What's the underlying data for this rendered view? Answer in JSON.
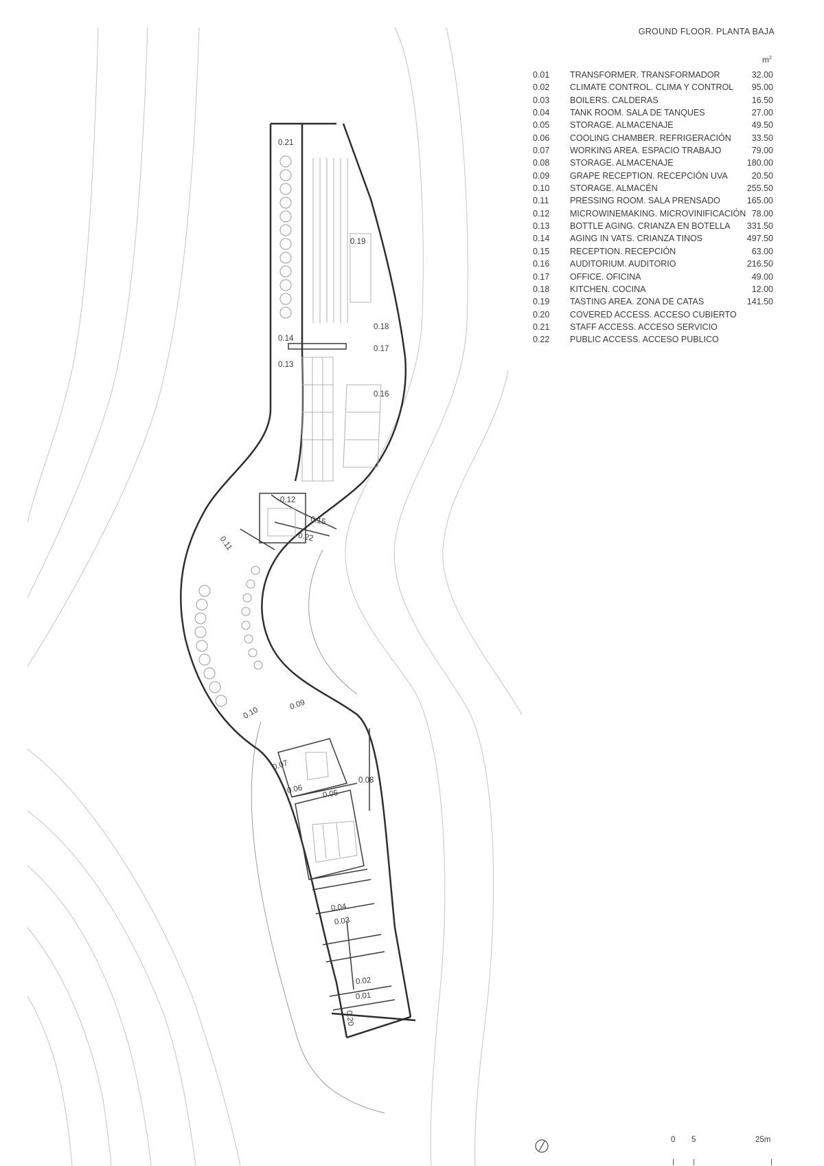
{
  "sheet": {
    "title": "GROUND FLOOR.",
    "subtitle": "PLANTA BAJA",
    "area_unit": "m",
    "area_unit_exp": "2"
  },
  "rooms": [
    {
      "code": "0.01",
      "name_en": "TRANSFORMER.",
      "name_es": "TRANSFORMADOR",
      "area": "32.00"
    },
    {
      "code": "0.02",
      "name_en": "CLIMATE CONTROL.",
      "name_es": "CLIMA Y CONTROL",
      "area": "95.00"
    },
    {
      "code": "0.03",
      "name_en": "BOILERS.",
      "name_es": "CALDERAS",
      "area": "16.50"
    },
    {
      "code": "0.04",
      "name_en": "TANK ROOM.",
      "name_es": "SALA DE TANQUES",
      "area": "27.00"
    },
    {
      "code": "0.05",
      "name_en": "STORAGE.",
      "name_es": "ALMACENAJE",
      "area": "49.50"
    },
    {
      "code": "0.06",
      "name_en": "COOLING CHAMBER.",
      "name_es": "REFRIGERACIÓN",
      "area": "33.50"
    },
    {
      "code": "0.07",
      "name_en": "WORKING AREA.",
      "name_es": "ESPACIO TRABAJO",
      "area": "79.00"
    },
    {
      "code": "0.08",
      "name_en": "STORAGE.",
      "name_es": "ALMACENAJE",
      "area": "180.00"
    },
    {
      "code": "0.09",
      "name_en": "GRAPE RECEPTION.",
      "name_es": "RECEPCIÓN UVA",
      "area": "20.50"
    },
    {
      "code": "0.10",
      "name_en": "STORAGE.",
      "name_es": "ALMACÉN",
      "area": "255.50"
    },
    {
      "code": "0.11",
      "name_en": "PRESSING ROOM.",
      "name_es": "SALA PRENSADO",
      "area": "165.00"
    },
    {
      "code": "0.12",
      "name_en": "MICROWINEMAKING.",
      "name_es": "MICROVINIFICACIÓN",
      "area": "78.00"
    },
    {
      "code": "0.13",
      "name_en": "BOTTLE AGING.",
      "name_es": "CRIANZA EN BOTELLA",
      "area": "331.50"
    },
    {
      "code": "0.14",
      "name_en": "AGING IN VATS.",
      "name_es": "CRIANZA TINOS",
      "area": "497.50"
    },
    {
      "code": "0.15",
      "name_en": "RECEPTION.",
      "name_es": "RECEPCIÓN",
      "area": "63.00"
    },
    {
      "code": "0.16",
      "name_en": "AUDITORIUM.",
      "name_es": "AUDITORIO",
      "area": "216.50"
    },
    {
      "code": "0.17",
      "name_en": "OFFICE.",
      "name_es": "OFICINA",
      "area": "49.00"
    },
    {
      "code": "0.18",
      "name_en": "KITCHEN.",
      "name_es": "COCINA",
      "area": "12.00"
    },
    {
      "code": "0.19",
      "name_en": "TASTING AREA.",
      "name_es": "ZONA DE CATAS",
      "area": "141.50"
    },
    {
      "code": "0.20",
      "name_en": "COVERED ACCESS.",
      "name_es": "ACCESO CUBIERTO",
      "area": ""
    },
    {
      "code": "0.21",
      "name_en": "STAFF ACCESS.",
      "name_es": "ACCESO SERVICIO",
      "area": ""
    },
    {
      "code": "0.22",
      "name_en": "PUBLIC ACCESS.",
      "name_es": "ACCESO PUBLICO",
      "area": ""
    }
  ],
  "plan_labels": {
    "l01": "0.01",
    "l02": "0.02",
    "l03": "0.03",
    "l04": "0.04",
    "l05": "0.05",
    "l06": "0.06",
    "l07": "0.07",
    "l08": "0.08",
    "l09": "0.09",
    "l10": "0.10",
    "l11": "0.11",
    "l12": "0.12",
    "l13": "0.13",
    "l14": "0.14",
    "l15": "0.15",
    "l16": "0.16",
    "l17": "0.17",
    "l18": "0.18",
    "l19": "0.19",
    "l20": "0.20",
    "l21": "0.21",
    "l22": "0.22"
  },
  "scale_bar": {
    "zero": "0",
    "five": "5",
    "end": "25m"
  },
  "colors": {
    "line": "#8a8a8a",
    "wall": "#2e2e2e",
    "text": "#3a3a3a"
  }
}
